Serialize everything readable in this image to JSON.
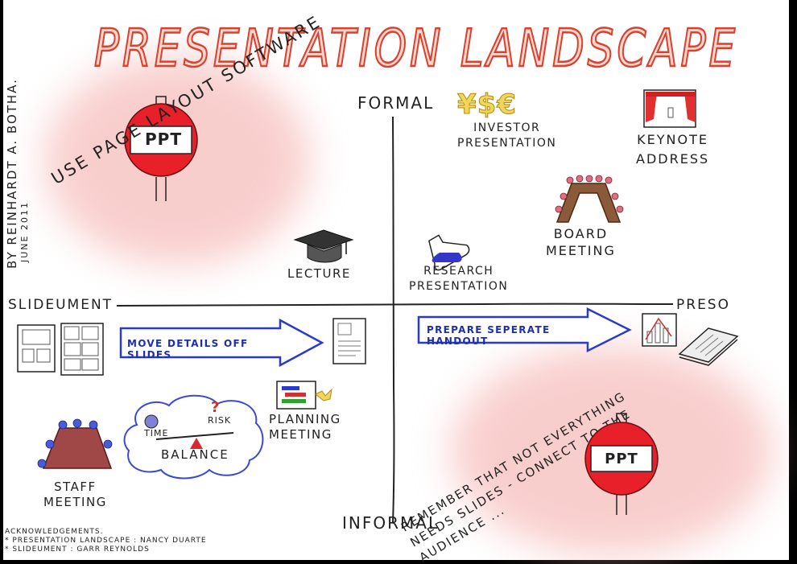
{
  "title": "PRESENTATION LANDSCAPE",
  "byline": {
    "author": "BY REINHARDT A. BOTHA.",
    "date": "JUNE 2011"
  },
  "axes": {
    "top": "FORMAL",
    "bottom": "INFORMAL",
    "left": "SLIDEUMENT",
    "right": "PRESO"
  },
  "quadrant_items": {
    "investor": {
      "symbols": "¥$€",
      "label": "INVESTOR\nPRESENTATION"
    },
    "keynote": "KEYNOTE\nADDRESS",
    "board": "BOARD\nMEETING",
    "lecture": "LECTURE",
    "research": "RESEARCH\nPRESENTATION",
    "planning": "PLANNING\nMEETING",
    "staff": "STAFF\nMEETING"
  },
  "callouts": {
    "use_software": "USE PAGE LAYOUT SOFTWARE",
    "move_details": "MOVE DETAILS OFF SLIDES",
    "prepare_handout": "PREPARE SEPERATE HANDOUT",
    "remember_line1": "REMEMBER THAT NOT EVERYTHING",
    "remember_line2": "NEEDS SLIDES - CONNECT TO THE",
    "remember_line3": "AUDIENCE ..."
  },
  "balance": {
    "time": "TIME",
    "risk": "RISK",
    "label": "BALANCE"
  },
  "signs": {
    "top_left": "PPT",
    "bottom_right": "PPT"
  },
  "acknowledgements": {
    "heading": "ACKNOWLEDGEMENTS.",
    "line1": "* PRESENTATION LANDSCAPE : NANCY DUARTE",
    "line2": "* SLIDEUMENT : GARR REYNOLDS"
  },
  "colors": {
    "title_red": "#e04a36",
    "arrow_blue": "#2a3ad0",
    "sign_red": "#e8202a",
    "glow_pink": "#f3a7a4"
  }
}
